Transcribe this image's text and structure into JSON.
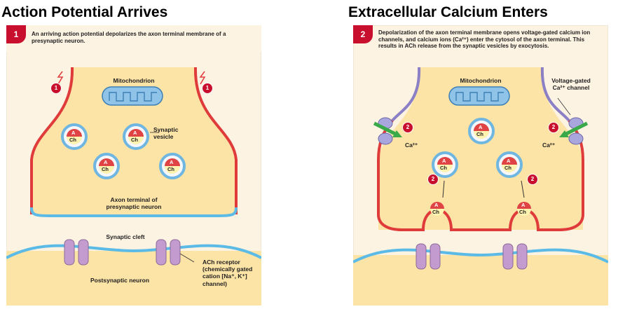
{
  "left": {
    "heading": "Action Potential Arrives",
    "step": "1",
    "caption": "An arriving action potential depolarizes the axon terminal membrane of a presynaptic neuron.",
    "labels": {
      "mitochondrion": "Mitochondrion",
      "synaptic_vesicle": "Synaptic vesicle",
      "axon_terminal": "Axon terminal of presynaptic neuron",
      "synaptic_cleft": "Synaptic cleft",
      "postsynaptic": "Postsynaptic neuron",
      "ach_receptor": "ACh receptor (chemically gated cation [Na⁺, K⁺] channel)"
    },
    "markers": [
      "1",
      "1"
    ],
    "vesicle_text": {
      "top": "A",
      "bottom": "Ch"
    }
  },
  "right": {
    "heading": "Extracellular Calcium Enters",
    "step": "2",
    "caption": "Depolarization of the axon terminal membrane opens voltage-gated calcium ion channels, and calcium ions (Ca²⁺) enter the cytosol of the axon terminal. This results in ACh release from the synaptic vesicles by exocytosis.",
    "labels": {
      "mitochondrion": "Mitochondrion",
      "ca_channel": "Voltage-gated Ca²⁺ channel",
      "ca_left": "Ca²⁺",
      "ca_right": "Ca²⁺"
    },
    "markers": [
      "2",
      "2",
      "2",
      "2"
    ],
    "vesicle_text": {
      "top": "A",
      "bottom": "Ch"
    }
  },
  "colors": {
    "panel_bg": "#fdf3e3",
    "cytosol": "#fce3a6",
    "membrane_red": "#e03b3b",
    "membrane_blue": "#5bbbe6",
    "receptor": "#c49bcf",
    "ca_channel": "#a8a6dc",
    "ca_arrow": "#3aa94a",
    "marker": "#c8102e",
    "vesicle_ring": "#6fb6e0",
    "mito_fill": "#8fc3e8"
  }
}
